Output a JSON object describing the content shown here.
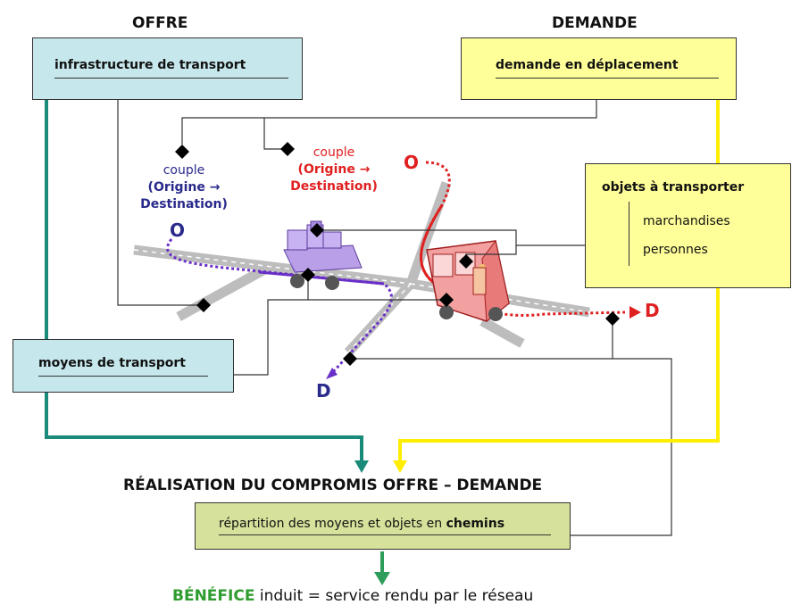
{
  "headers": {
    "offre": "OFFRE",
    "demande": "DEMANDE"
  },
  "boxes": {
    "infrastructure": "infrastructure de transport",
    "demande_deplacement": "demande en déplacement",
    "objets": {
      "title": "objets à transporter",
      "items": [
        "marchandises",
        "personnes"
      ]
    },
    "moyens": "moyens de transport",
    "repartition": {
      "prefix": "répartition des moyens et objets en ",
      "emph": "chemins"
    }
  },
  "couples": {
    "blue": {
      "word": "couple",
      "line1": "(Origine →",
      "line2": "Destination)"
    },
    "red": {
      "word": "couple",
      "line1": "(Origine →",
      "line2": "Destination)"
    }
  },
  "od_labels": {
    "blue_o": "O",
    "blue_d": "D",
    "red_o": "O",
    "red_d": "D"
  },
  "realisation": "RÉALISATION DU COMPROMIS OFFRE – DEMANDE",
  "benefice": {
    "emph": "BÉNÉFICE",
    "rest": " induit = service rendu par le réseau"
  },
  "colors": {
    "blue_box": "#c6e7eb",
    "yellow_box": "#ffff99",
    "green_box": "#d6e29b",
    "teal_line": "#1a8a7a",
    "yellow_line": "#ffee00",
    "green_arrow": "#2e9c5a",
    "blue_text": "#2a2a8c",
    "red_text": "#e02020",
    "purple_path": "#6a2fc8",
    "benefice_green": "#2e9c2e"
  }
}
